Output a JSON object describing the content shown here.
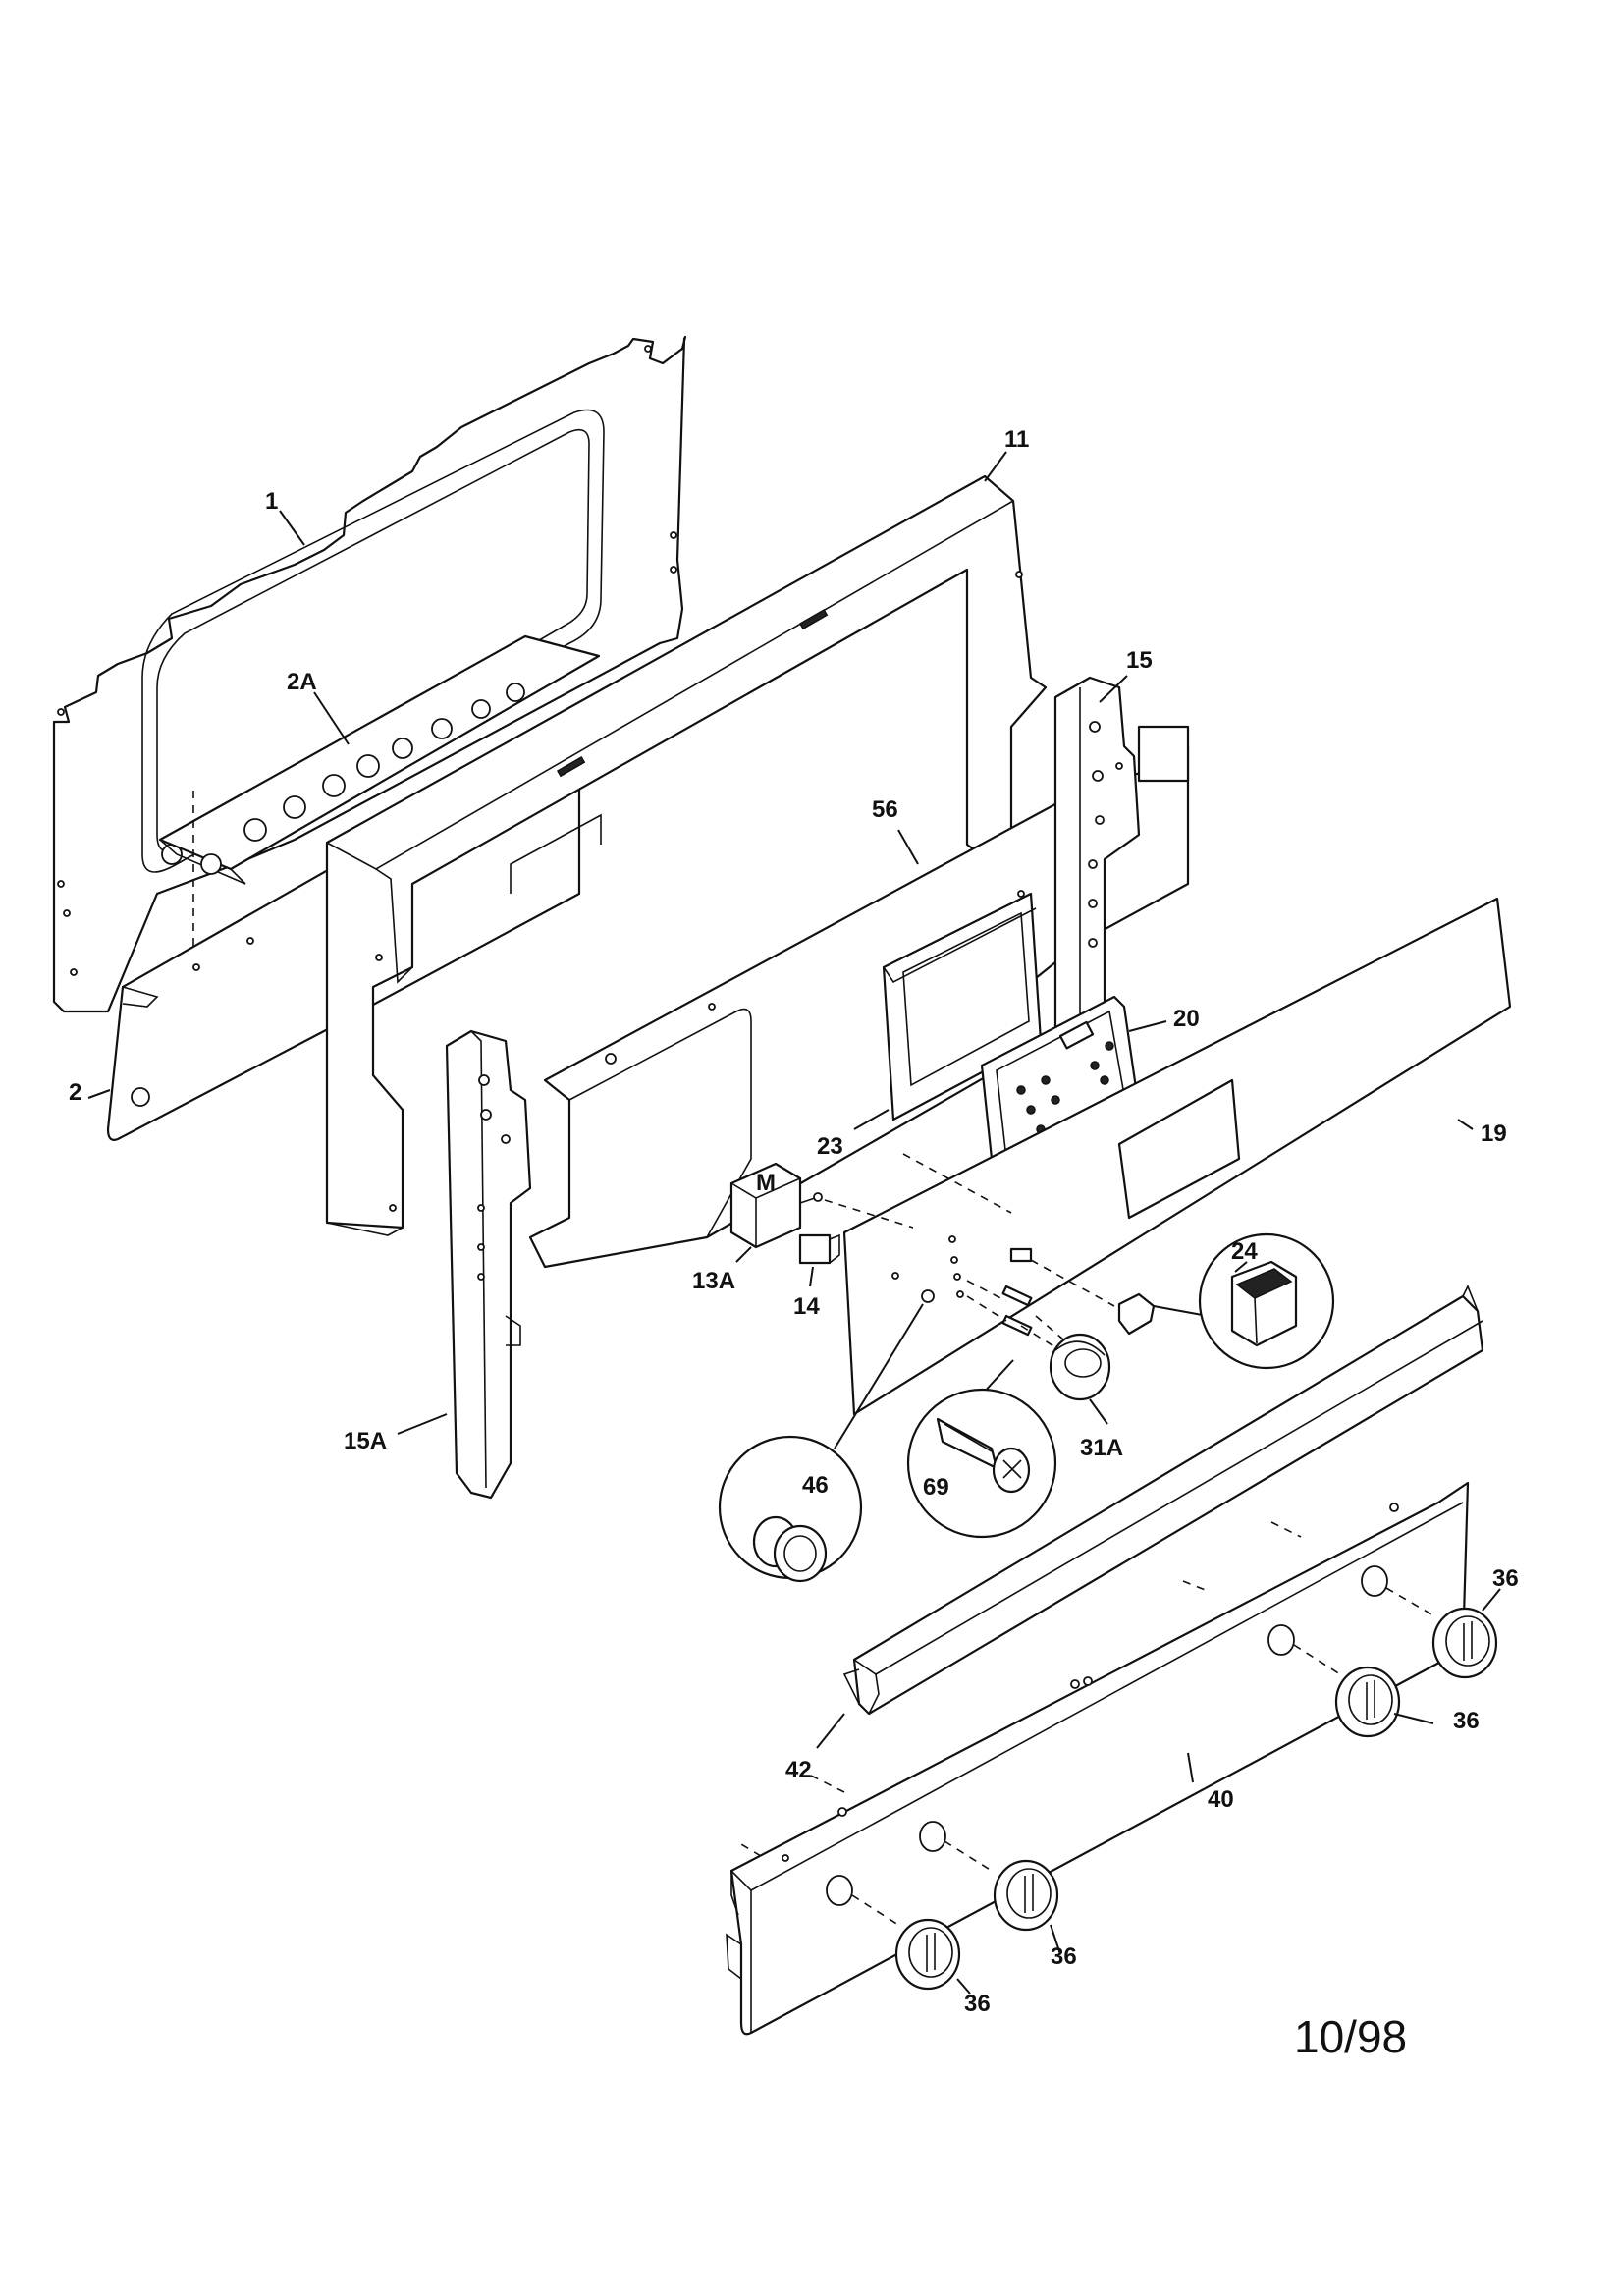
{
  "diagram": {
    "labels": [
      "1",
      "2A",
      "2",
      "11",
      "15",
      "56",
      "20",
      "23",
      "19",
      "13A",
      "14",
      "24",
      "15A",
      "46",
      "69",
      "31A",
      "42",
      "40",
      "36"
    ],
    "revision_date": "10/98"
  }
}
